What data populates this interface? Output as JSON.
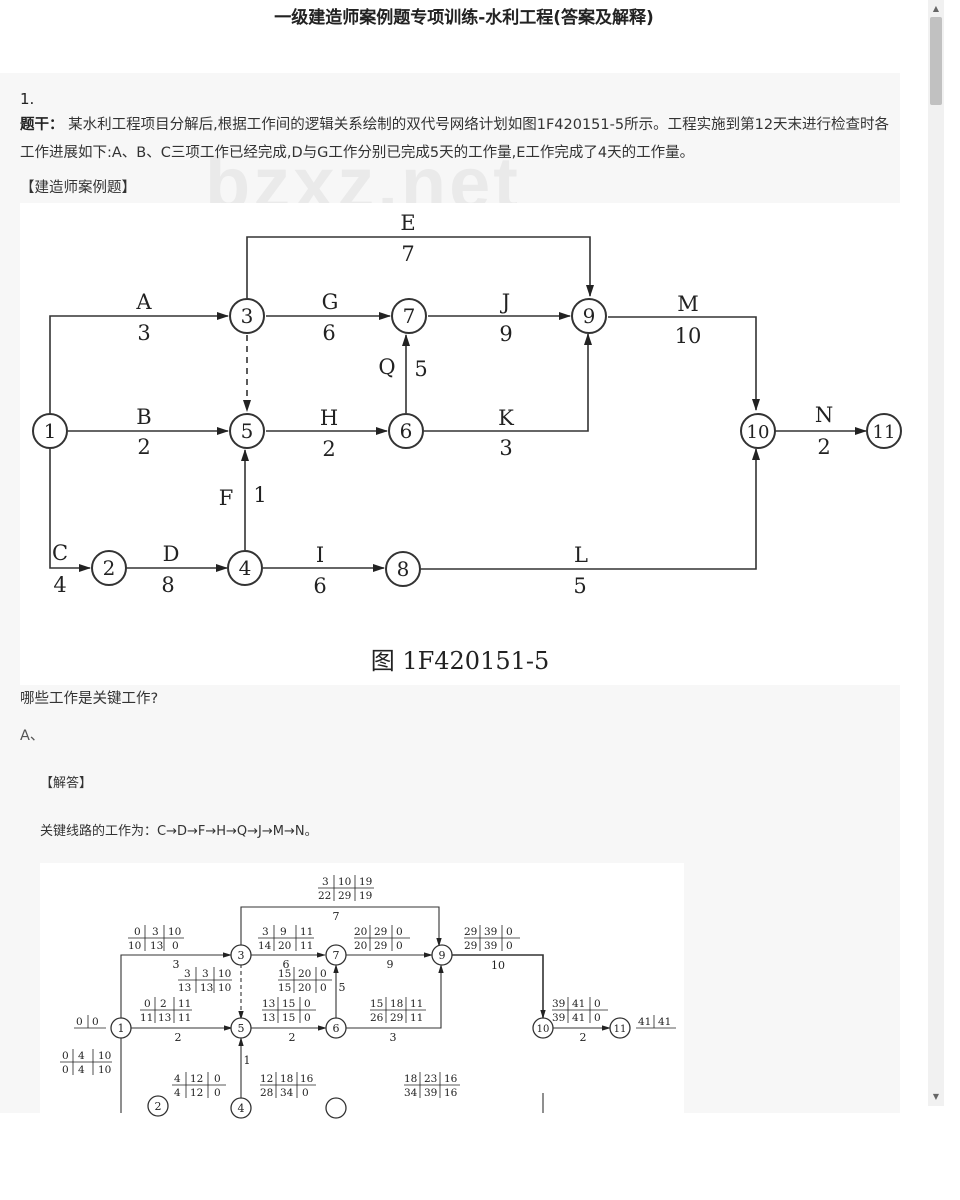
{
  "page": {
    "title": "一级建造师案例题专项训练-水利工程(答案及解释)"
  },
  "watermark": "bzxz.net",
  "question": {
    "number": "1.",
    "stem_label": "题干：",
    "stem_text": "某水利工程项目分解后,根据工作间的逻辑关系绘制的双代号网络计划如图1F420151-5所示。工程实施到第12天末进行检查时各工作进展如下:A、B、C三项工作已经完成,D与G工作分别已完成5天的工作量,E工作完成了4天的工作量。",
    "source_tag": "【建造师案例题】",
    "ask": "哪些工作是关键工作?",
    "option_a": "A、",
    "answer_label": "【解答】",
    "answer_text": "关键线路的工作为：C→D→F→H→Q→J→M→N。"
  },
  "figure1": {
    "caption": "图 1F420151-5",
    "nodes": [
      "1",
      "2",
      "3",
      "4",
      "5",
      "6",
      "7",
      "8",
      "9",
      "10",
      "11"
    ],
    "activities": [
      {
        "name": "A",
        "duration": "3"
      },
      {
        "name": "B",
        "duration": "2"
      },
      {
        "name": "C",
        "duration": "4"
      },
      {
        "name": "D",
        "duration": "8"
      },
      {
        "name": "E",
        "duration": "7"
      },
      {
        "name": "F",
        "duration": "1"
      },
      {
        "name": "G",
        "duration": "6"
      },
      {
        "name": "H",
        "duration": "2"
      },
      {
        "name": "I",
        "duration": "6"
      },
      {
        "name": "J",
        "duration": "9"
      },
      {
        "name": "K",
        "duration": "3"
      },
      {
        "name": "L",
        "duration": "5"
      },
      {
        "name": "M",
        "duration": "10"
      },
      {
        "name": "N",
        "duration": "2"
      },
      {
        "name": "Q",
        "duration": "5"
      }
    ]
  },
  "figure2": {
    "nodes": [
      "1",
      "2",
      "3",
      "4",
      "5",
      "6",
      "7",
      "9",
      "10",
      "11"
    ],
    "durations": {
      "A": "3",
      "B": "2",
      "E": "7",
      "F": "1",
      "G": "6",
      "H": "2",
      "J": "9",
      "K": "3",
      "M": "10",
      "N": "2",
      "Q": "5"
    },
    "tables": {
      "E": {
        "r1": [
          "3",
          "10",
          "19"
        ],
        "r2": [
          "22",
          "29",
          "19"
        ]
      },
      "A": {
        "r1": [
          "0",
          "3",
          "10"
        ],
        "r2": [
          "10",
          "13",
          "0"
        ]
      },
      "G": {
        "r1": [
          "3",
          "9",
          "11"
        ],
        "r2": [
          "14",
          "20",
          "11"
        ]
      },
      "Q": {
        "r1": [
          "20",
          "29",
          "0"
        ],
        "r2": [
          "20",
          "29",
          "0"
        ]
      },
      "J": {
        "r1": [
          "29",
          "39",
          "0"
        ],
        "r2": [
          "29",
          "39",
          "0"
        ]
      },
      "dummy": {
        "r1": [
          "3",
          "3",
          "10"
        ],
        "r2": [
          "13",
          "13",
          "10"
        ]
      },
      "Qleft": {
        "r1": [
          "15",
          "20",
          "0"
        ],
        "r2": [
          "15",
          "20",
          "0"
        ]
      },
      "B": {
        "r1": [
          "0",
          "2",
          "11"
        ],
        "r2": [
          "11",
          "13",
          "11"
        ]
      },
      "H": {
        "r1": [
          "13",
          "15",
          "0"
        ],
        "r2": [
          "13",
          "15",
          "0"
        ]
      },
      "K": {
        "r1": [
          "15",
          "18",
          "11"
        ],
        "r2": [
          "26",
          "29",
          "11"
        ]
      },
      "M": {
        "r1": [
          "39",
          "41",
          "0"
        ],
        "r2": [
          "39",
          "41",
          "0"
        ]
      },
      "n1": {
        "r1": [
          "0",
          "0"
        ]
      },
      "n11": {
        "r1": [
          "41",
          "41"
        ]
      },
      "C": {
        "r1": [
          "0",
          "4",
          "10"
        ],
        "r2": [
          "0",
          "4",
          "10"
        ]
      },
      "D": {
        "r1": [
          "4",
          "12",
          "0"
        ],
        "r2": [
          "4",
          "12",
          "0"
        ]
      },
      "I": {
        "r1": [
          "12",
          "18",
          "16"
        ],
        "r2": [
          "28",
          "34",
          "0"
        ]
      },
      "L": {
        "r1": [
          "18",
          "23",
          "16"
        ],
        "r2": [
          "34",
          "39",
          "16"
        ]
      }
    }
  },
  "scrollbar": {
    "up_glyph": "▲",
    "down_glyph": "▼"
  }
}
